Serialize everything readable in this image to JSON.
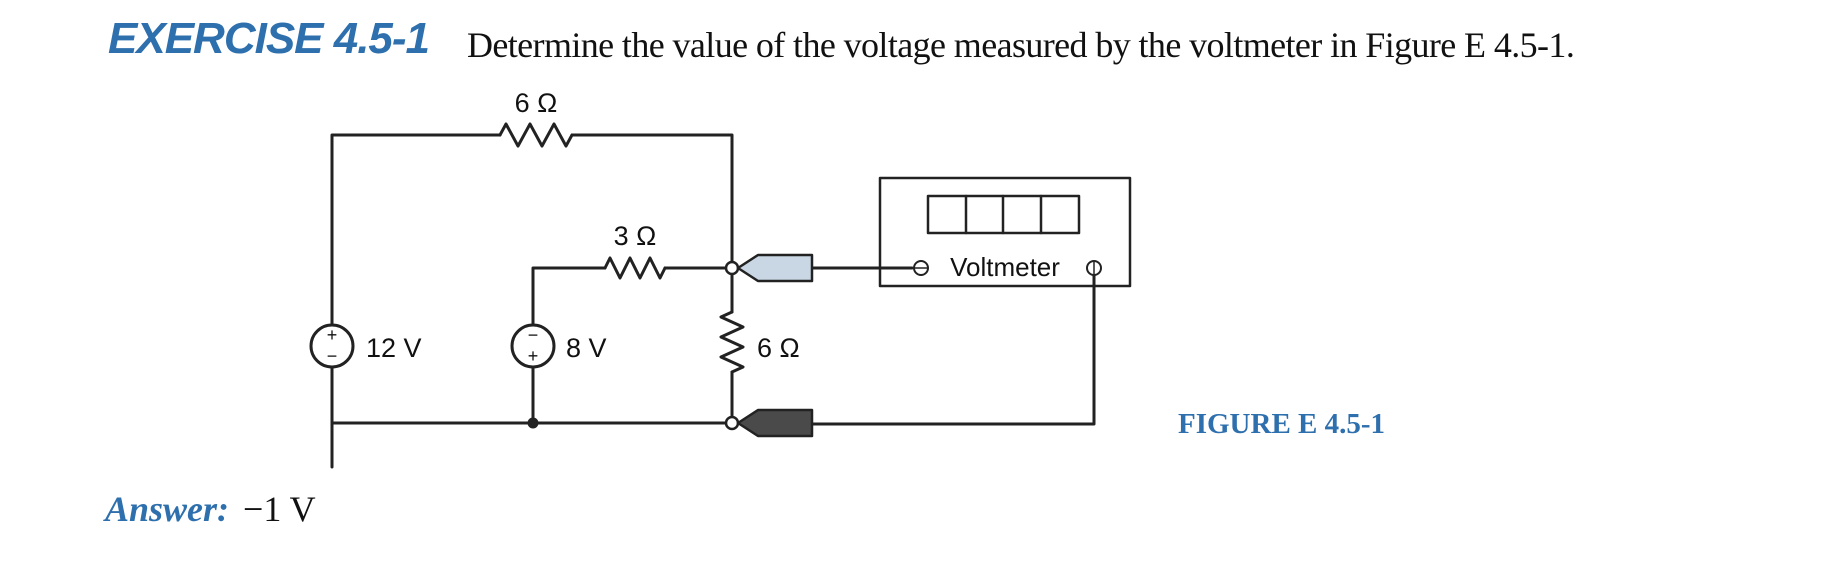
{
  "exercise": {
    "title": "EXERCISE 4.5-1",
    "text": "Determine the value of the voltage measured by the voltmeter in Figure E 4.5-1."
  },
  "figure": {
    "label": "FIGURE E 4.5-1",
    "components": {
      "r_top": "6 Ω",
      "r_mid": "3 Ω",
      "r_right": "6 Ω",
      "source_left": "12 V",
      "source_mid": "8 V",
      "voltmeter": "Voltmeter"
    },
    "polarity": {
      "plus": "+",
      "minus": "−"
    }
  },
  "answer": {
    "label": "Answer:",
    "value": "−1 V"
  },
  "colors": {
    "accent": "#2e6fad",
    "probe_positive": "#c9d6e3",
    "probe_negative": "#4a4a4a"
  }
}
